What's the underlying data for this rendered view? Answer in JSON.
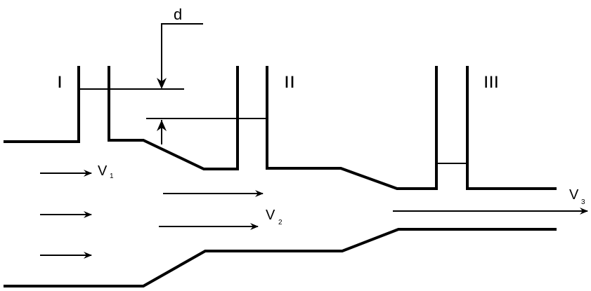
{
  "labels": {
    "tube1": "I",
    "tube2": "II",
    "tube3": "III",
    "dimension": "d",
    "v1_main": "V",
    "v1_sub": "1",
    "v2_main": "V",
    "v2_sub": "2",
    "v3_main": "V",
    "v3_sub": "3"
  },
  "colors": {
    "stroke": "#000000",
    "background": "#ffffff"
  }
}
